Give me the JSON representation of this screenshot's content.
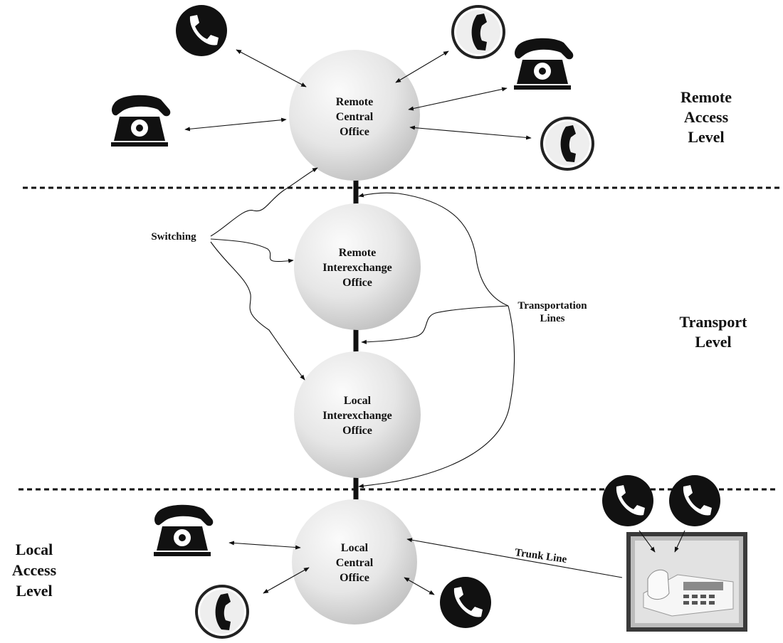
{
  "nodes": {
    "remote_central_office": [
      "Remote",
      "Central",
      "Office"
    ],
    "remote_interexchange_office": [
      "Remote",
      "Interexchange",
      "Office"
    ],
    "local_interexchange_office": [
      "Local",
      "Interexchange",
      "Office"
    ],
    "local_central_office": [
      "Local",
      "Central",
      "Office"
    ]
  },
  "levels": {
    "remote_access": [
      "Remote",
      "Access",
      "Level"
    ],
    "transport": [
      "Transport",
      "Level"
    ],
    "local_access": [
      "Local",
      "Access",
      "Level"
    ]
  },
  "callouts": {
    "switching": "Switching",
    "transportation_lines": [
      "Transportation",
      "Lines"
    ],
    "trunk_line": "Trunk Line"
  },
  "icons": {
    "handset_badge": "phone-handset-badge-icon",
    "ringed_handset": "phone-handset-ringed-icon",
    "desk_phone": "rotary-desk-phone-icon",
    "office_phone": "multiline-office-phone-icon"
  }
}
